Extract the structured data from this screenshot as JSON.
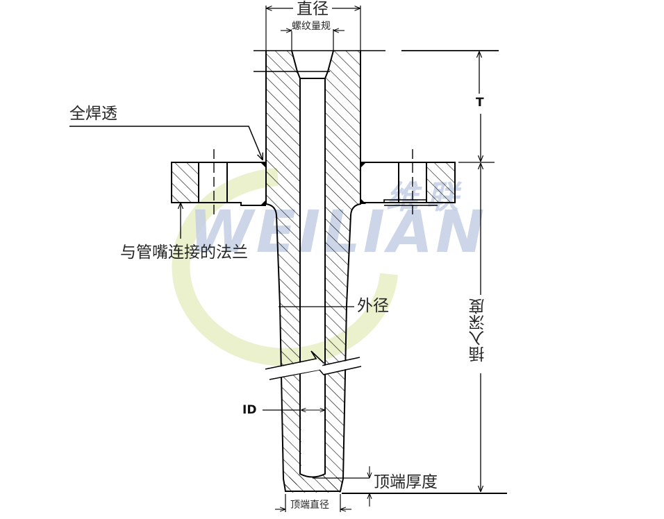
{
  "diagram": {
    "title": "Thermowell with flange cross-section",
    "watermark": {
      "text_latin": "WEILIAN",
      "text_cjk": "维联",
      "color_blue": "#c4cfe4",
      "color_green": "#e6edbf"
    },
    "labels": {
      "diameter": "直径",
      "thread_gauge": "螺纹量规",
      "full_penetration_weld": "全焊透",
      "flange_to_nozzle": "与管嘴连接的法兰",
      "outer_diameter": "外径",
      "inner_diameter": "ID",
      "tip_thickness": "顶端厚度",
      "tip_diameter": "顶端直径",
      "t_dimension": "T",
      "insertion_depth": "插入深度"
    },
    "colors": {
      "line": "#000000",
      "hatch": "#000000",
      "text": "#262626"
    }
  }
}
